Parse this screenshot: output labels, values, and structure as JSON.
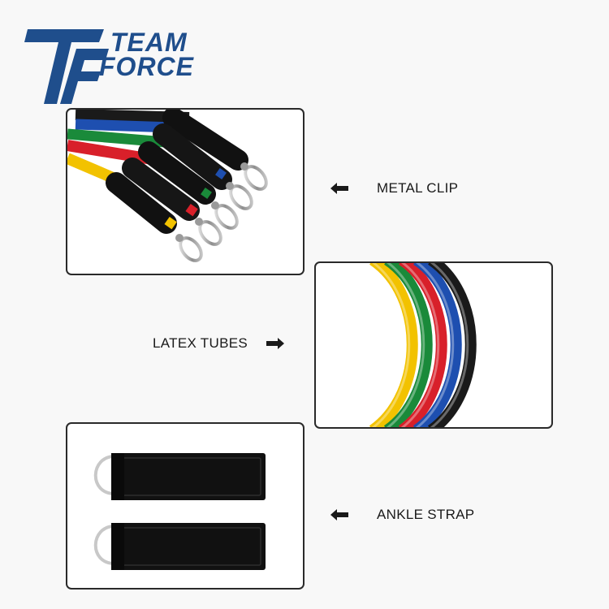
{
  "brand": {
    "word1": "TEAM",
    "word2": "FORCE",
    "color": "#1f4e8c"
  },
  "features": [
    {
      "label": "METAL CLIP",
      "arrow": "left-arrow-icon"
    },
    {
      "label": "LATEX TUBES",
      "arrow": "right-arrow-icon"
    },
    {
      "label": "ANKLE STRAP",
      "arrow": "left-arrow-icon"
    }
  ],
  "colors": {
    "tube_yellow": "#f2c200",
    "tube_green": "#1a8a3a",
    "tube_red": "#d8202a",
    "tube_blue": "#1e4fb0",
    "tube_black": "#1a1a1a",
    "panel_border": "#2a2a2a"
  }
}
